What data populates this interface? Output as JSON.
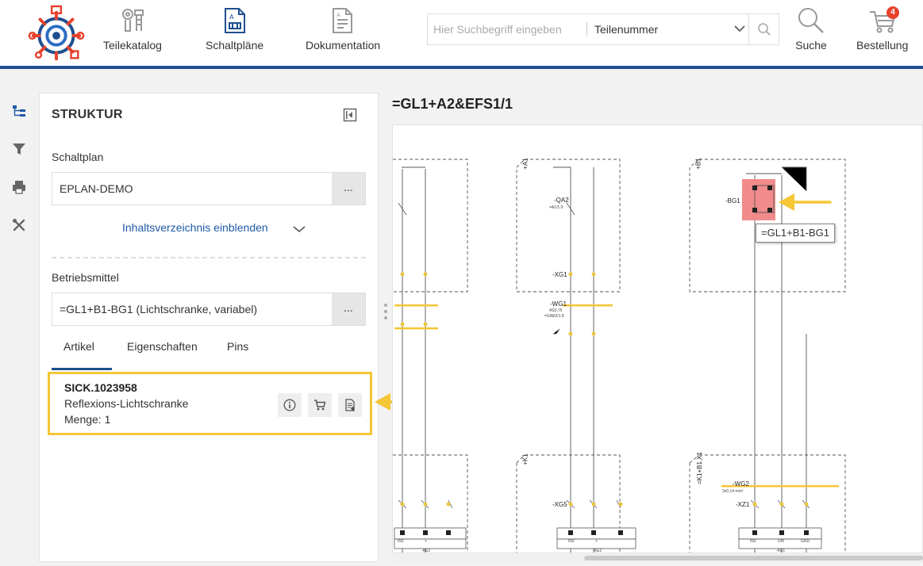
{
  "header": {
    "nav": [
      {
        "label": "Teilekatalog",
        "icon": "parts-catalog-icon"
      },
      {
        "label": "Schaltpläne",
        "icon": "schematic-icon"
      },
      {
        "label": "Dokumentation",
        "icon": "documentation-icon"
      }
    ],
    "search": {
      "placeholder": "Hier Suchbegriff eingeben",
      "select_value": "Teilenummer"
    },
    "search_label": "Suche",
    "order_label": "Bestellung",
    "cart_count": "4"
  },
  "colors": {
    "brand_blue": "#1f4f8f",
    "accent_yellow": "#f5c636",
    "badge_red": "#e8412c",
    "link_blue": "#1f5aa6",
    "highlight_red": "#f28b8b"
  },
  "structure": {
    "title": "STRUKTUR",
    "schaltplan_label": "Schaltplan",
    "schaltplan_value": "EPLAN-DEMO",
    "picker_label": "...",
    "toc_link": "Inhaltsverzeichnis einblenden",
    "betriebsmittel_label": "Betriebsmittel",
    "betriebsmittel_value": "=GL1+B1-BG1 (Lichtschranke, variabel)",
    "tabs": [
      {
        "label": "Artikel"
      },
      {
        "label": "Eigenschaften"
      },
      {
        "label": "Pins"
      }
    ],
    "article": {
      "number": "SICK.1023958",
      "description": "Reflexions-Lichtschranke",
      "quantity": "Menge: 1"
    }
  },
  "schematic": {
    "title": "=GL1+A2&EFS1/1",
    "tooltip": "=GL1+B1-BG1",
    "labels": {
      "a1": "+A1",
      "b1": "+B1",
      "k1": "+K1",
      "k1x1": "=K1+B1.X1",
      "qa2": "-QA2",
      "qa2_ref": "=A1/1.9",
      "bg1": "-BG1",
      "xg1": "-XG1",
      "wg1": "-WG1",
      "wg1_spec": "4G0,75",
      "wg1_ref": "=GAB2/1.8",
      "xg5": "-XG5",
      "wg2": "-WG2",
      "wg2_spec": "3x0,14 mm²",
      "xz1": "-XZ1",
      "ke2": "-KE2",
      "ke1": "-KE1",
      "in1": "IN1",
      "in2": "IN2",
      "plus": "+",
      "um": "UM",
      "gnd": "GND"
    }
  }
}
